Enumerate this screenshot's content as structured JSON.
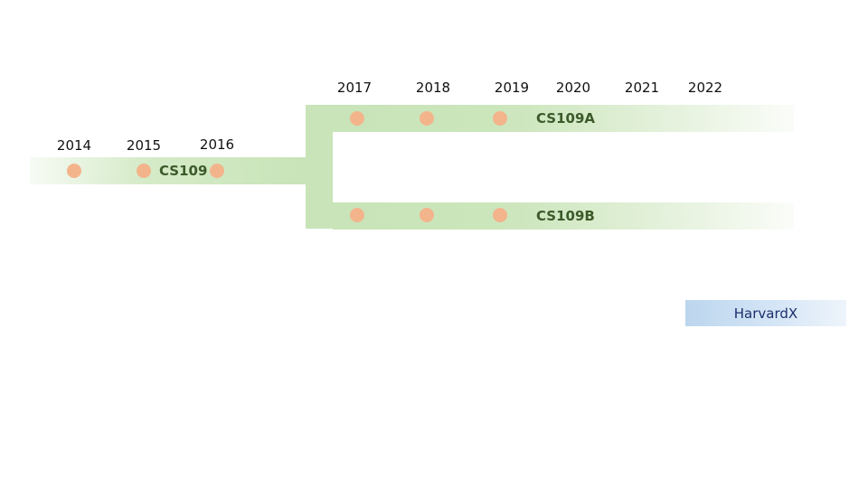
{
  "years": {
    "y2014": "2014",
    "y2015": "2015",
    "y2016": "2016",
    "y2017": "2017",
    "y2018": "2018",
    "y2019": "2019",
    "y2020": "2020",
    "y2021": "2021",
    "y2022": "2022"
  },
  "courses": {
    "cs109": "CS109",
    "cs109a": "CS109A",
    "cs109b": "CS109B"
  },
  "platform": {
    "label": "HarvardX"
  },
  "colors": {
    "track": "#c8e4b8",
    "milestone": "#f3b48c",
    "course_text": "#3c5a2a",
    "platform_bar": "#bcd6ee",
    "platform_text": "#1b2f6b"
  }
}
